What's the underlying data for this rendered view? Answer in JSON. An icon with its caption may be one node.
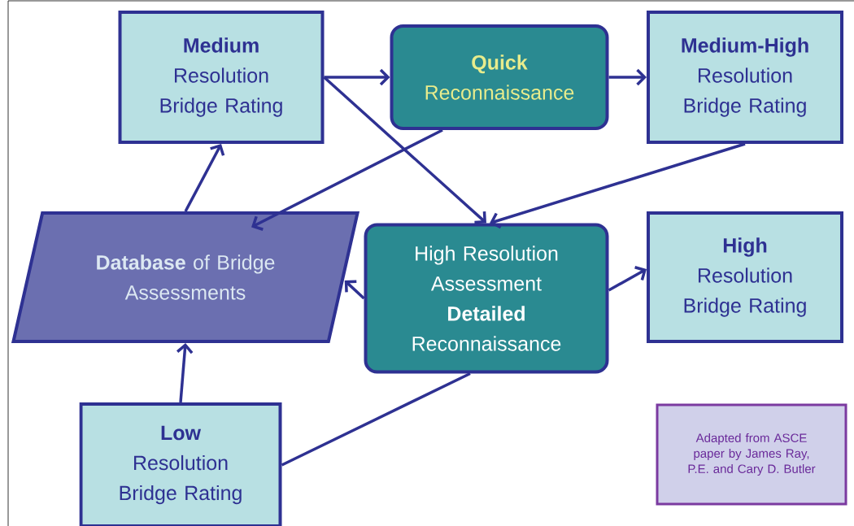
{
  "diagram": {
    "nodes": [
      {
        "text": [
          "Medium",
          "Resolution Bridge Rating"
        ]
      },
      {
        "text": [
          "Quick",
          "Reconnaissance"
        ]
      },
      {
        "text": [
          "Medium-High",
          "Resolution Bridge Rating"
        ]
      },
      {
        "text": [
          "**Database** of Bridge Assessments"
        ]
      },
      {
        "text": [
          "High Resolution Assessment",
          "**Detailed** Reconnaissance"
        ]
      },
      {
        "text": [
          "High",
          "Resolution Bridge Rating"
        ]
      },
      {
        "text": [
          "Low",
          "Resolution Bridge Rating"
        ]
      },
      {
        "text": [
          "Adapted from ASCE paper by James Ray, P.E. and Cary D. Butler"
        ]
      }
    ],
    "edges": [
      {
        "from": 3,
        "to": 0,
        "arrow": "to"
      },
      {
        "from": 0,
        "to": 1,
        "arrow": "to"
      },
      {
        "from": 1,
        "to": 2,
        "arrow": "to"
      },
      {
        "from": 0,
        "to": 4,
        "arrow": "to"
      },
      {
        "from": 2,
        "to": 4,
        "arrow": "to"
      },
      {
        "from": 1,
        "to": 3,
        "arrow": "to"
      },
      {
        "from": 4,
        "to": 3,
        "arrow": "to"
      },
      {
        "from": 4,
        "to": 5,
        "arrow": "to"
      },
      {
        "from": 6,
        "to": 3,
        "arrow": "to"
      },
      {
        "from": 6,
        "to": 4,
        "arrow": "none"
      }
    ]
  }
}
